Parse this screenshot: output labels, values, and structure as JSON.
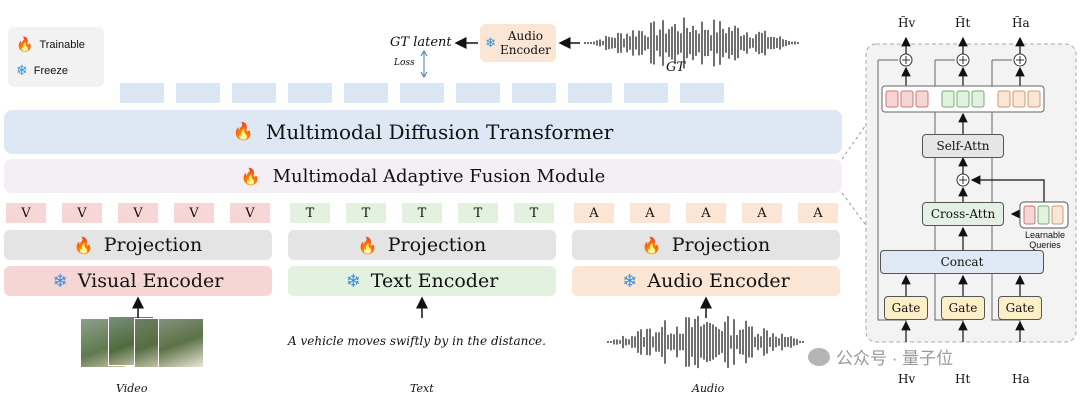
{
  "legend": {
    "trainable": "Trainable",
    "freeze": "Freeze"
  },
  "top": {
    "gt_latent": "GT latent",
    "loss": "Loss",
    "audio_encoder_line1": "Audio",
    "audio_encoder_line2": "Encoder",
    "gt": "GT"
  },
  "modules": {
    "mmdit": "Multimodal Diffusion Transformer",
    "fusion": "Multimodal Adaptive Fusion Module"
  },
  "tokens": {
    "visual": "V",
    "text": "T",
    "audio": "A"
  },
  "branches": {
    "projection": "Projection",
    "visual_encoder": "Visual Encoder",
    "text_encoder": "Text Encoder",
    "audio_encoder": "Audio Encoder"
  },
  "inputs": {
    "text_prompt": "A vehicle moves swiftly by in the distance.",
    "video_label": "Video",
    "text_label": "Text",
    "audio_label": "Audio"
  },
  "detail": {
    "out_v": "H̃v",
    "out_t": "H̃t",
    "out_a": "H̃a",
    "self_attn": "Self-Attn",
    "cross_attn": "Cross-Attn",
    "concat": "Concat",
    "gate": "Gate",
    "learnable_line1": "Learnable",
    "learnable_line2": "Queries",
    "in_v": "Hv",
    "in_t": "Ht",
    "in_a": "Ha"
  },
  "watermark": "公众号 · 量子位",
  "colors": {
    "blue": "#dbe6f3",
    "lavender": "#f1edf3",
    "pink": "#f6d5d5",
    "green": "#e3f1df",
    "peach": "#fbe9da",
    "gray": "#e4e4e4",
    "gate": "#fcefc7"
  }
}
